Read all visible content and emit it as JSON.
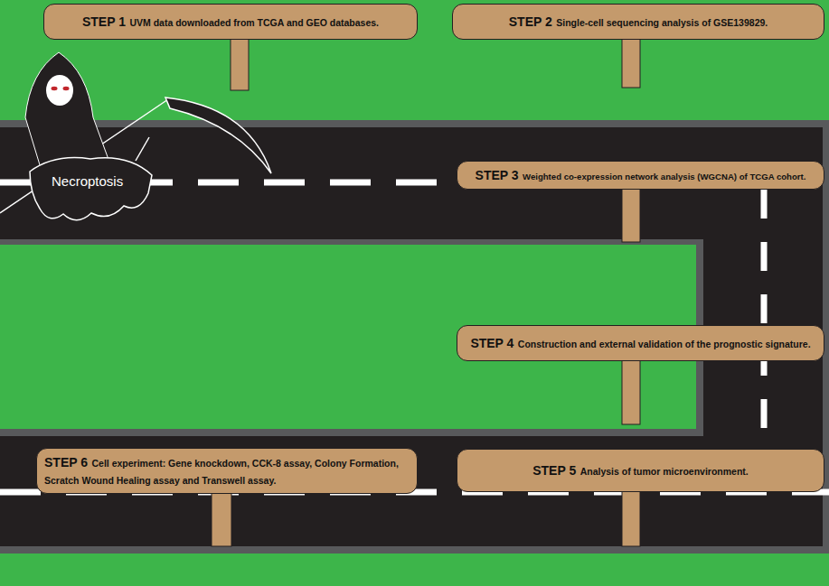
{
  "diagram": {
    "nodes": [
      {
        "text": [
          "STEP 1",
          "UVM data downloaded from TCGA and GEO databases."
        ]
      },
      {
        "text": [
          "STEP 2",
          "Single-cell sequencing analysis of GSE139829."
        ]
      },
      {
        "text": [
          "STEP 3",
          "Weighted co-expression network analysis (WGCNA) of TCGA cohort."
        ]
      },
      {
        "text": [
          "STEP 4",
          "Construction and external validation of the prognostic signature."
        ]
      },
      {
        "text": [
          "STEP 5",
          "Analysis of tumor microenvironment."
        ]
      },
      {
        "text": [
          "STEP 6",
          "Cell experiment: Gene knockdown, CCK-8 assay, Colony Formation, Scratch Wound Healing assay and Transwell assay."
        ]
      }
    ],
    "labels": [
      "Necroptosis"
    ]
  }
}
